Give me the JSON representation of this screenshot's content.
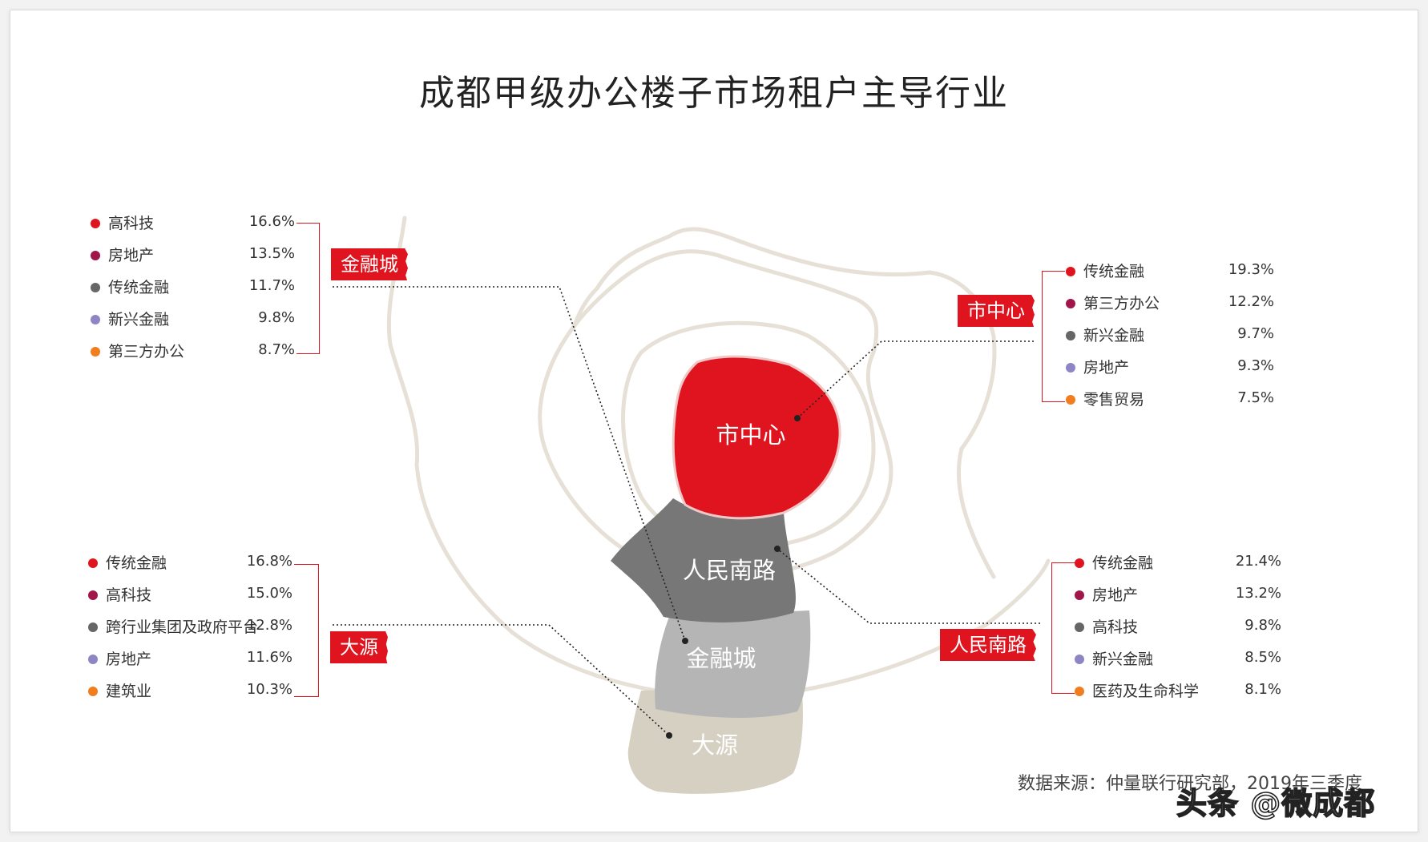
{
  "title": "成都甲级办公楼子市场租户主导行业",
  "source": "数据来源：仲量联行研究部，2019年三季度",
  "watermark": "头条 @微成都",
  "colors": {
    "red": "#e0141e",
    "maroon": "#a0154a",
    "gray": "#666666",
    "purple": "#8e86c4",
    "orange": "#f07d1e",
    "ring": "#e6e0d6",
    "district_center": "#e0141e",
    "district_renmin": "#777777",
    "district_jinrong": "#b5b5b5",
    "district_dayuan": "#d6d0c2"
  },
  "districts": {
    "center": "市中心",
    "renmin": "人民南路",
    "jinrong": "金融城",
    "dayuan": "大源"
  },
  "panels": {
    "jinrongcheng": {
      "tag": "金融城",
      "items": [
        {
          "name": "高科技",
          "value": "16.6%",
          "color": "red-dot"
        },
        {
          "name": "房地产",
          "value": "13.5%",
          "color": "maroon-dot"
        },
        {
          "name": "传统金融",
          "value": "11.7%",
          "color": "gray-dot"
        },
        {
          "name": "新兴金融",
          "value": "9.8%",
          "color": "purple-dot"
        },
        {
          "name": "第三方办公",
          "value": "8.7%",
          "color": "orange-dot"
        }
      ]
    },
    "dayuan": {
      "tag": "大源",
      "items": [
        {
          "name": "传统金融",
          "value": "16.8%",
          "color": "red-dot"
        },
        {
          "name": "高科技",
          "value": "15.0%",
          "color": "maroon-dot"
        },
        {
          "name": "跨行业集团及政府平台",
          "value": "12.8%",
          "color": "gray-dot"
        },
        {
          "name": "房地产",
          "value": "11.6%",
          "color": "purple-dot"
        },
        {
          "name": "建筑业",
          "value": "10.3%",
          "color": "orange-dot"
        }
      ]
    },
    "shizhongxin": {
      "tag": "市中心",
      "items": [
        {
          "name": "传统金融",
          "value": "19.3%",
          "color": "red-dot"
        },
        {
          "name": "第三方办公",
          "value": "12.2%",
          "color": "maroon-dot"
        },
        {
          "name": "新兴金融",
          "value": "9.7%",
          "color": "gray-dot"
        },
        {
          "name": "房地产",
          "value": "9.3%",
          "color": "purple-dot"
        },
        {
          "name": "零售贸易",
          "value": "7.5%",
          "color": "orange-dot"
        }
      ]
    },
    "renminnanlu": {
      "tag": "人民南路",
      "items": [
        {
          "name": "传统金融",
          "value": "21.4%",
          "color": "red-dot"
        },
        {
          "name": "房地产",
          "value": "13.2%",
          "color": "maroon-dot"
        },
        {
          "name": "高科技",
          "value": "9.8%",
          "color": "gray-dot"
        },
        {
          "name": "新兴金融",
          "value": "8.5%",
          "color": "purple-dot"
        },
        {
          "name": "医药及生命科学",
          "value": "8.1%",
          "color": "orange-dot"
        }
      ]
    }
  }
}
